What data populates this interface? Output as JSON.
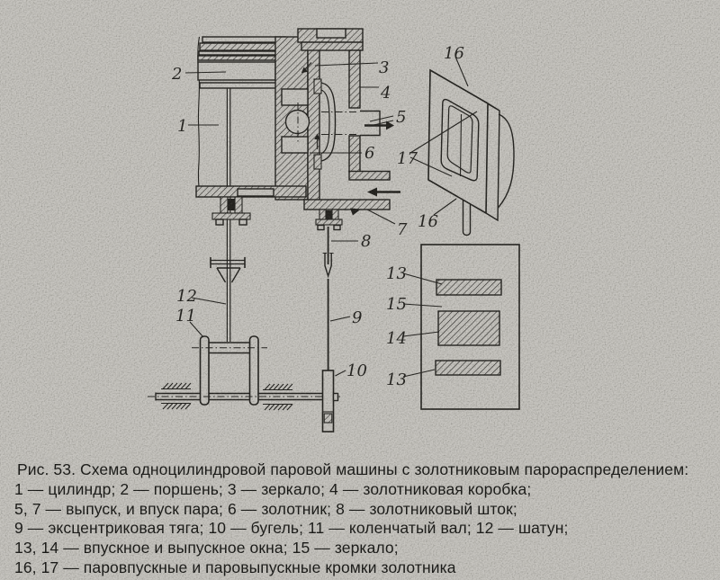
{
  "figure_caption": {
    "lines": [
      "Рис. 53. Схема одноцилиндровой паровой машины с золотниковым парораспределением:",
      "1 — цилиндр; 2 — поршень; 3 — зеркало; 4 — золотниковая коробка;",
      "5, 7 — выпуск, и впуск пара; 6 — золотник; 8 — золотниковый шток;",
      "9 — эксцентриковая тяга; 10 — бугель; 11 — коленчатый вал; 12 — шатун;",
      "13, 14 — впускное и выпускное окна; 15 — зеркало;",
      "16, 17 — паровпускные и паровыпускные кромки золотника"
    ]
  },
  "diagram": {
    "callouts": {
      "c1": "1",
      "c2": "2",
      "c3": "3",
      "c4": "4",
      "c5": "5",
      "c6": "6",
      "c7": "7",
      "c8": "8",
      "c9": "9",
      "c10": "10",
      "c11": "11",
      "c12": "12",
      "c13a": "13",
      "c13b": "13",
      "c14": "14",
      "c15": "15",
      "c16a": "16",
      "c16b": "16",
      "c17": "17"
    }
  },
  "colors": {
    "paper": "#c6c4bf",
    "ink": "#201f1c",
    "text": "#161614"
  }
}
